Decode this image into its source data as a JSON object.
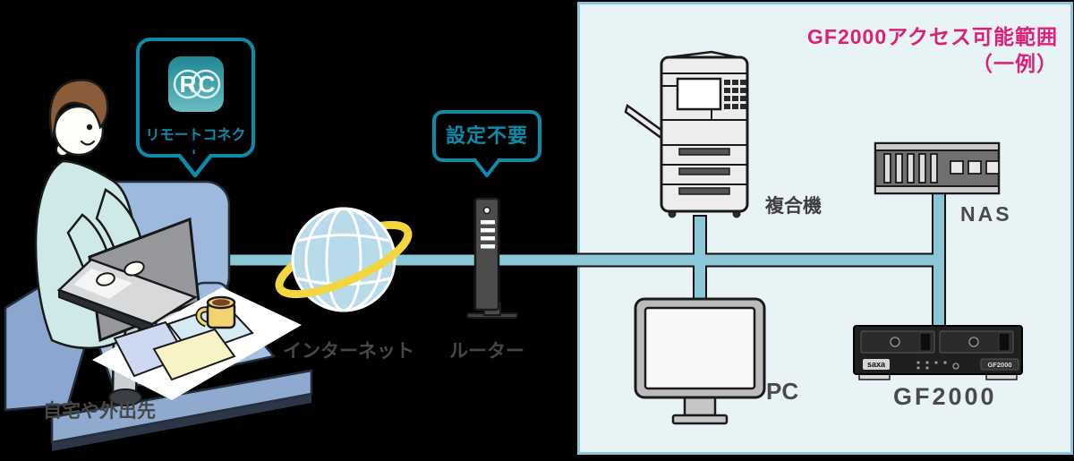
{
  "scene": {
    "background": "#000000"
  },
  "panel": {
    "title_line1": "GF2000アクセス可能範囲",
    "title_line2": "（一例）",
    "title_color": "#dc1f78",
    "background": "#e8f3f5",
    "border_color": "#8cc7d8"
  },
  "callouts": {
    "remote_connect": {
      "label": "リモートコネクト",
      "icon_r": "R",
      "icon_c": "C",
      "accent": "#0a8caa"
    },
    "no_setup": {
      "label": "設定不要",
      "accent": "#0a8caa"
    }
  },
  "labels": {
    "location": "自宅や外出先",
    "internet": "インターネット",
    "router": "ルーター",
    "mfp": "複合機",
    "nas": "NAS",
    "pc": "PC",
    "gf2000": "GF2000"
  },
  "gf2000_device": {
    "brand": "saxa",
    "model": "GF2000"
  },
  "colors": {
    "network_line": "#8cc7d8",
    "line_outline": "#111111",
    "globe_ring": "#f2d640",
    "globe_fill": "#b7dbeb"
  }
}
